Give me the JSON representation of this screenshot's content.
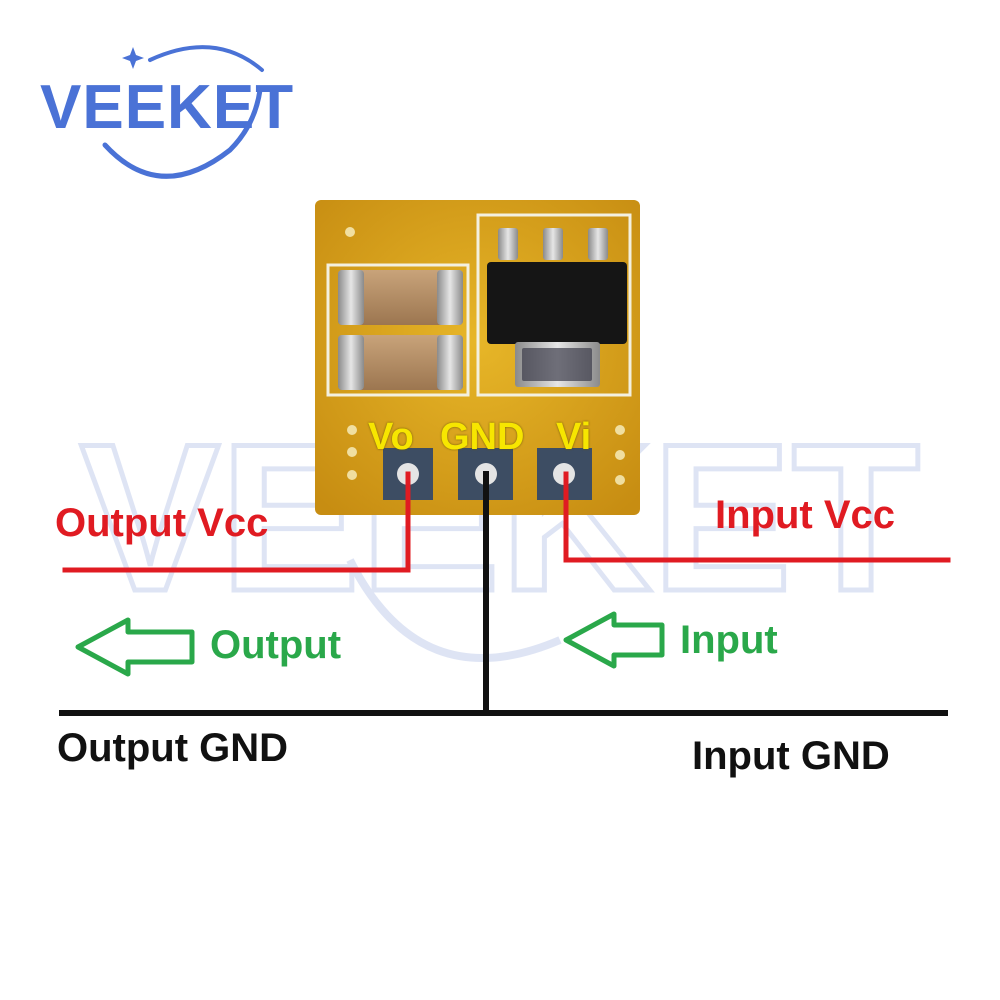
{
  "logo": {
    "text": "VEEKET",
    "color": "#4a72d6"
  },
  "watermark": {
    "text": "VEEKET"
  },
  "board": {
    "pin_labels": {
      "vo": "Vo",
      "gnd": "GND",
      "vi": "Vi"
    },
    "pin_label_color": "#f7e600"
  },
  "labels": {
    "output_vcc": "Output Vcc",
    "input_vcc": "Input Vcc",
    "output": "Output",
    "input": "Input",
    "output_gnd": "Output GND",
    "input_gnd": "Input GND"
  },
  "colors": {
    "vcc_wire": "#e01b22",
    "gnd_wire": "#111111",
    "arrow": "#2aa84a",
    "pcb": "#d9a21a"
  }
}
